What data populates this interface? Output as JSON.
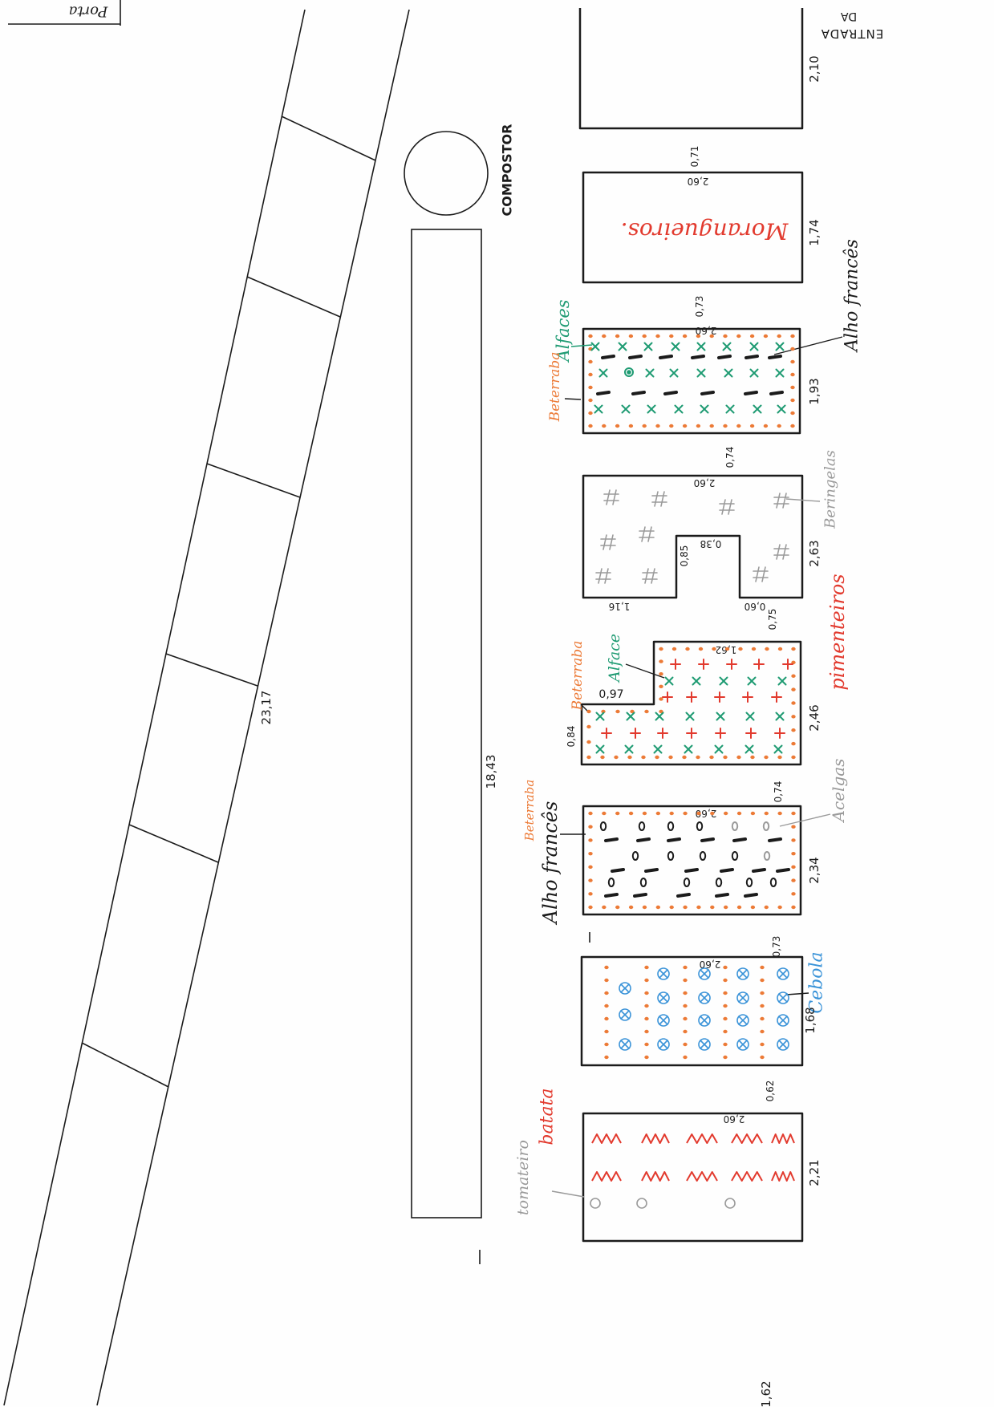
{
  "labels": {
    "porta": "Porta",
    "entrada_line1": "DA",
    "entrada_line2": "ENTRADA",
    "compostor": "COMPOSTOR"
  },
  "measures": {
    "boundary_length": "23,17",
    "path_length": "18,43",
    "end_gap": "1,62"
  },
  "beds": [
    {
      "side": "2,10"
    },
    {
      "gap": "0,71",
      "length": "2,60",
      "side": "1,74",
      "plants": {
        "main": "Morangueiros."
      }
    },
    {
      "gap": "0,73",
      "length": "2,60",
      "side": "1,93",
      "plants": {
        "lettuce": "Alfaces",
        "beet": "Beterraba",
        "leek": "Alho francês"
      }
    },
    {
      "gap": "0,74",
      "length": "2,60",
      "side": "2,63",
      "notch_top": "0,38",
      "notch_side": "0,85",
      "left_len": "1,16",
      "right_len": "0,60",
      "plants": {
        "eggplant": "Beringelas"
      }
    },
    {
      "gap": "0,75",
      "length": "1,62",
      "side": "2,46",
      "step_width": "0,97",
      "step_depth": "0,84",
      "plants": {
        "pepper": "pimenteiros",
        "lettuce": "Alface",
        "beet": "Beterraba"
      }
    },
    {
      "gap": "0,74",
      "length": "2,60",
      "side": "2,34",
      "plants": {
        "chard": "Acelgas",
        "beet": "Beterraba",
        "leek": "Alho francês"
      }
    },
    {
      "gap": "0,73",
      "length": "2,60",
      "side": "1,68",
      "plants": {
        "onion": "Cebola"
      }
    },
    {
      "gap": "0,62",
      "length": "2,60",
      "side": "2,21",
      "plants": {
        "potato": "batata",
        "tomato": "tomateiro"
      }
    }
  ],
  "colors": {
    "ink": "#1b1b1b",
    "orange": "#ec7a36",
    "green": "#1f9b73",
    "red": "#e23a2e",
    "blue": "#3a93d8",
    "gray": "#9a9a9a"
  }
}
